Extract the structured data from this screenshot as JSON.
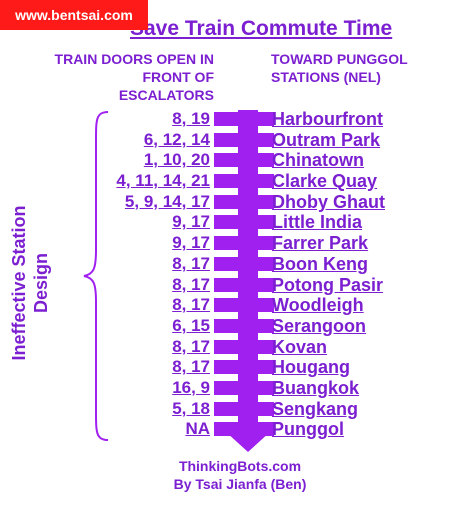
{
  "watermark": "www.bentsai.com",
  "title": "Save Train Commute Time",
  "left_header": [
    "TRAIN DOORS OPEN IN",
    "FRONT OF",
    "ESCALATORS"
  ],
  "right_header": [
    "TOWARD PUNGGOL",
    "STATIONS (NEL)"
  ],
  "side_label": [
    "Ineffective Station",
    "Design"
  ],
  "stations": [
    {
      "doors": "8, 19",
      "name": "Harbourfront"
    },
    {
      "doors": "6, 12, 14",
      "name": "Outram Park"
    },
    {
      "doors": "1, 10, 20",
      "name": "Chinatown"
    },
    {
      "doors": "4, 11, 14, 21",
      "name": "Clarke Quay"
    },
    {
      "doors": "5, 9, 14, 17",
      "name": "Dhoby Ghaut"
    },
    {
      "doors": "9, 17",
      "name": "Little India"
    },
    {
      "doors": "9, 17",
      "name": "Farrer Park"
    },
    {
      "doors": "8, 17",
      "name": "Boon Keng"
    },
    {
      "doors": "8, 17",
      "name": "Potong Pasir"
    },
    {
      "doors": "8, 17",
      "name": "Woodleigh"
    },
    {
      "doors": "6, 15",
      "name": "Serangoon"
    },
    {
      "doors": "8, 17",
      "name": "Kovan"
    },
    {
      "doors": "8, 17",
      "name": "Hougang"
    },
    {
      "doors": "16, 9",
      "name": "Buangkok"
    },
    {
      "doors": "5, 18",
      "name": "Sengkang"
    },
    {
      "doors": "NA",
      "name": "Punggol"
    }
  ],
  "credits": [
    "ThinkingBots.com",
    "By Tsai Jianfa (Ben)"
  ],
  "colors": {
    "accent": "#7b1fd1",
    "track": "#a020f0",
    "watermark_bg": "#ff1a1a"
  }
}
